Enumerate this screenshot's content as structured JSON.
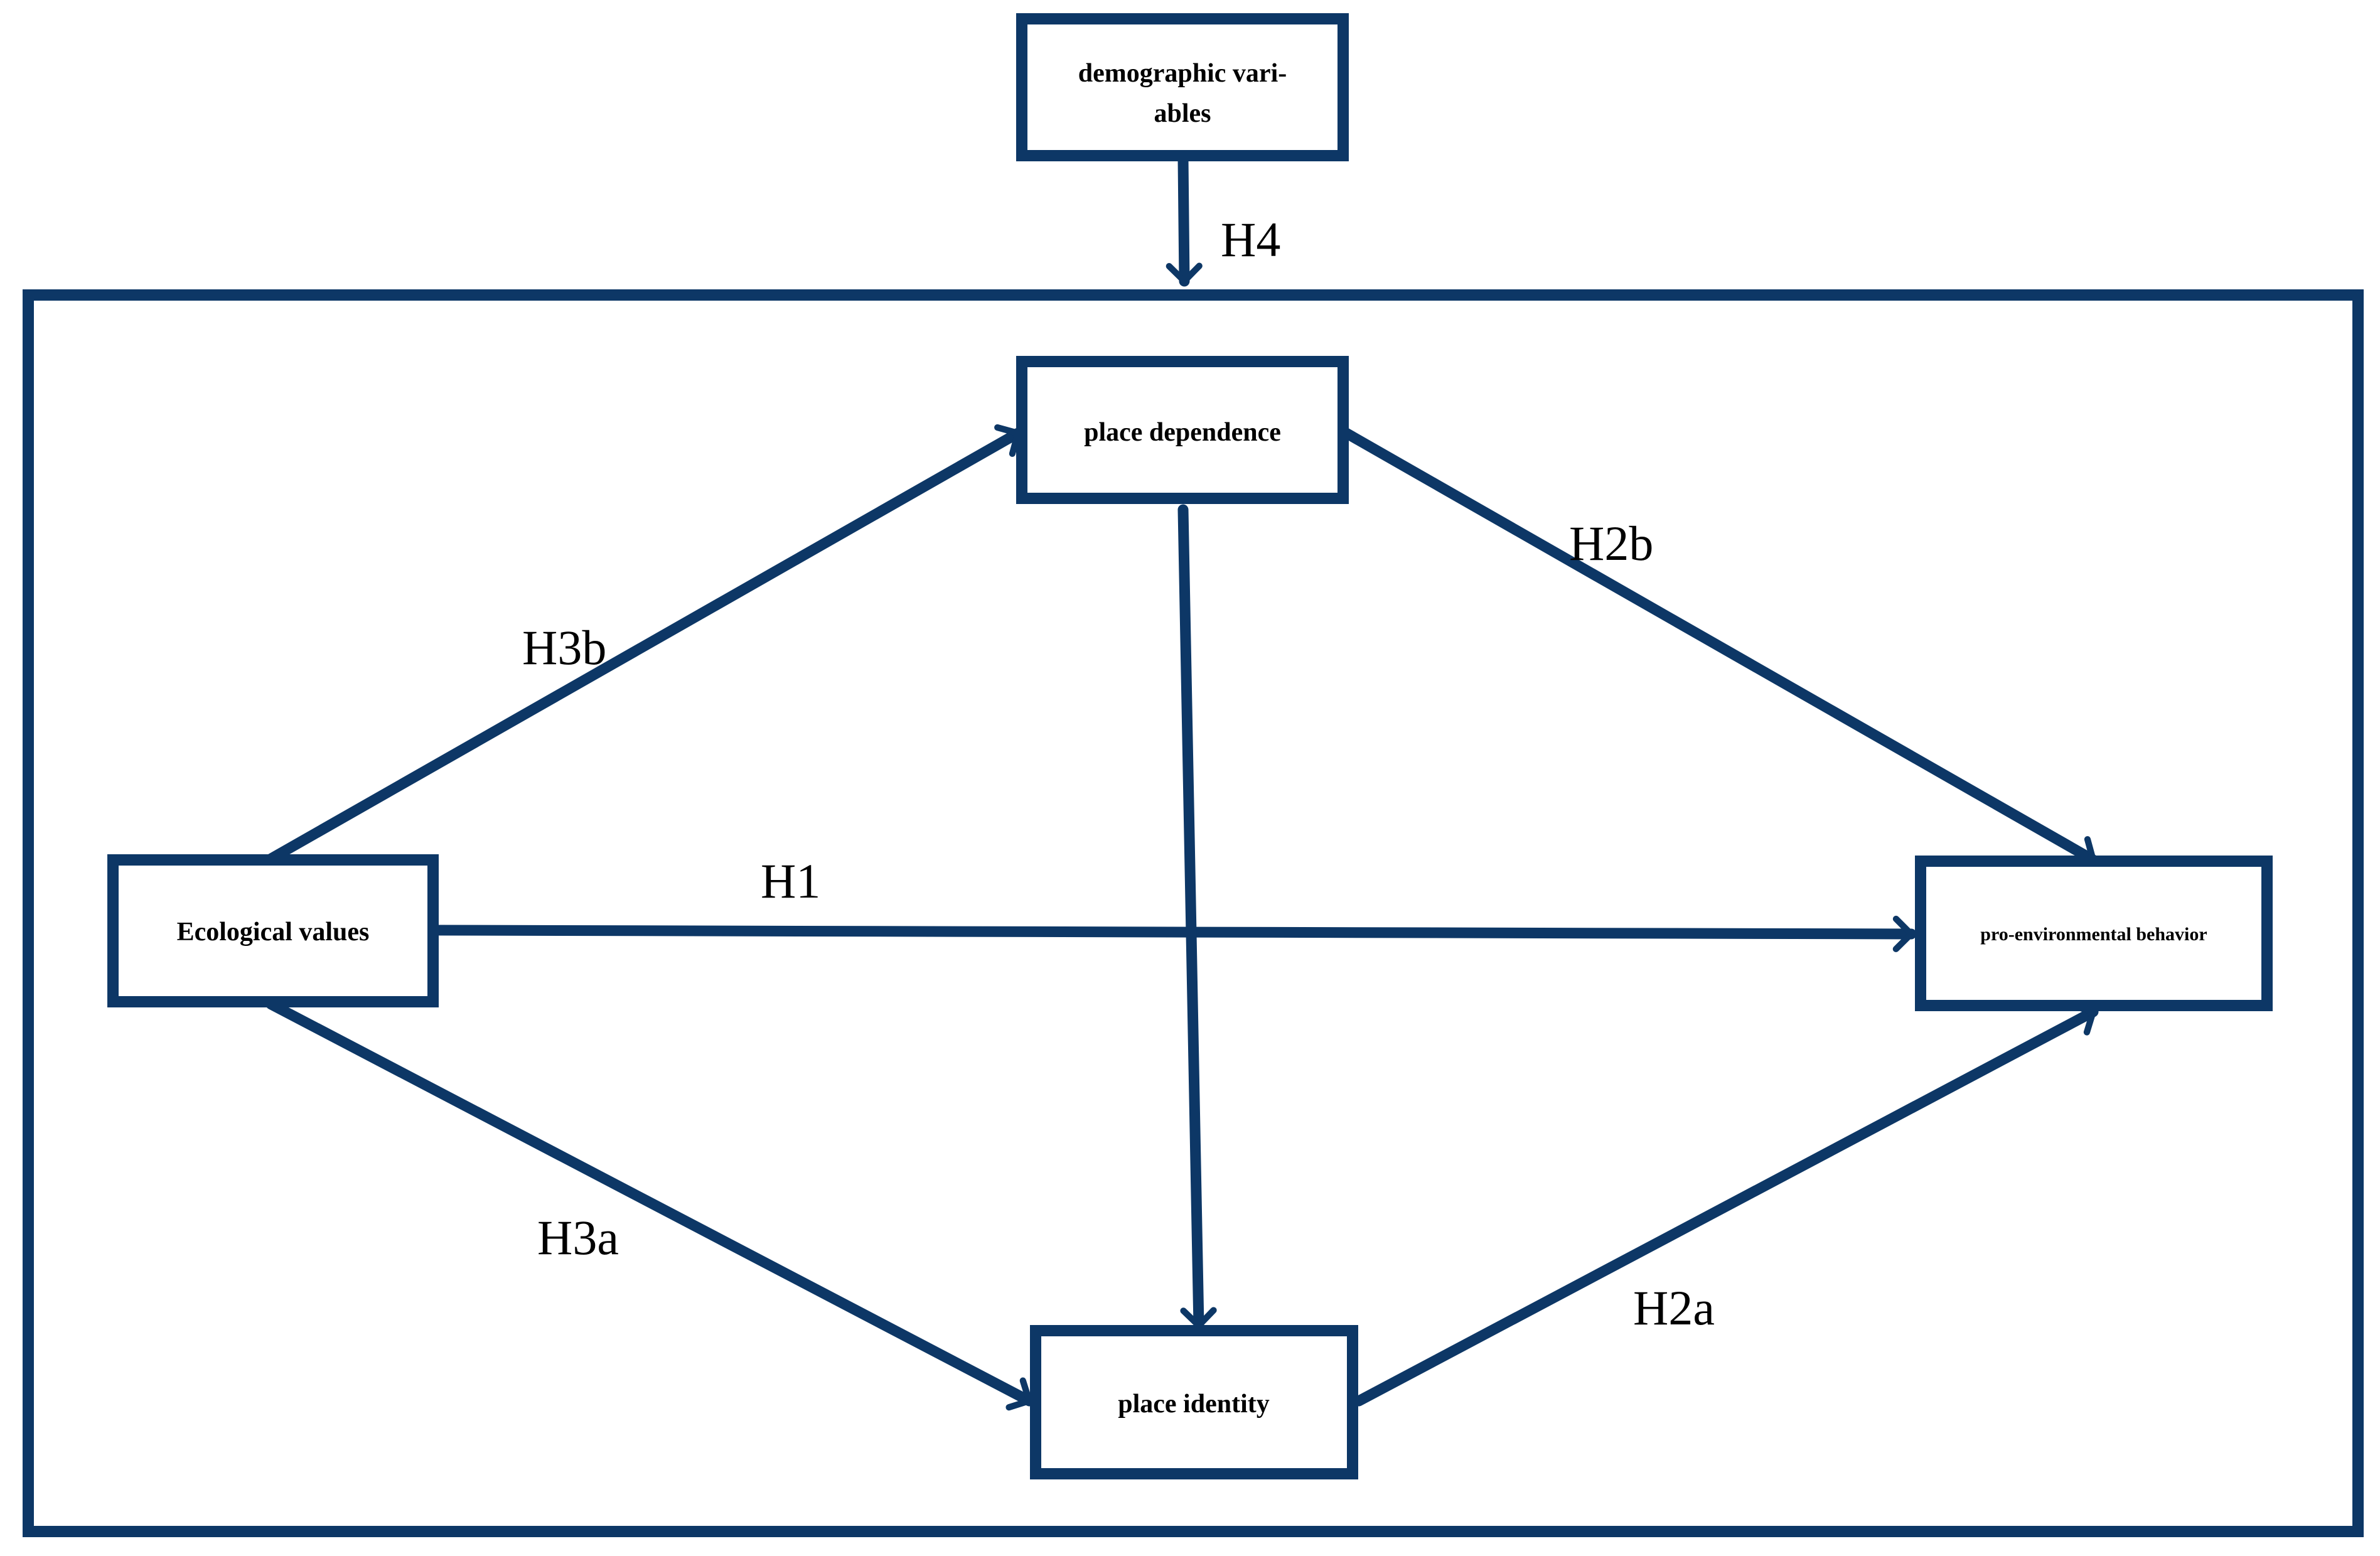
{
  "diagram": {
    "colors": {
      "stroke": "#0d3766",
      "text": "#000000",
      "background": "#ffffff"
    },
    "nodes": {
      "demographic": {
        "line1": "demographic vari-",
        "line2": "ables"
      },
      "place_dependence": {
        "label": "place dependence"
      },
      "ecological_values": {
        "label": "Ecological values"
      },
      "pro_environmental": {
        "label": "pro-environmental behavior"
      },
      "place_identity": {
        "label": "place identity"
      }
    },
    "edges": {
      "h4": {
        "label": "H4",
        "from": "demographic variables",
        "to": "model frame"
      },
      "h3b": {
        "label": "H3b",
        "from": "Ecological values",
        "to": "place dependence"
      },
      "h2b": {
        "label": "H2b",
        "from": "place dependence",
        "to": "pro-environmental behavior"
      },
      "h1": {
        "label": "H1",
        "from": "Ecological values",
        "to": "pro-environmental behavior"
      },
      "h3a": {
        "label": "H3a",
        "from": "Ecological values",
        "to": "place identity"
      },
      "h2a": {
        "label": "H2a",
        "from": "place identity",
        "to": "pro-environmental behavior"
      },
      "dep_to_identity": {
        "label": "",
        "from": "place dependence",
        "to": "place identity"
      }
    }
  }
}
